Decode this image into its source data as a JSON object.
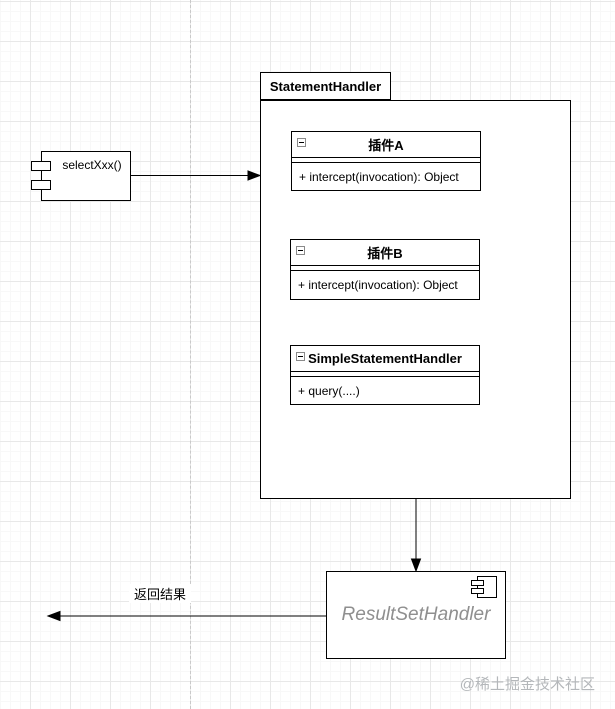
{
  "diagram": {
    "select_component": {
      "label": "selectXxx()"
    },
    "frame": {
      "title": "StatementHandler"
    },
    "classes": [
      {
        "title": "插件A",
        "method": "+ intercept(invocation): Object"
      },
      {
        "title": "插件B",
        "method": "+ intercept(invocation): Object"
      },
      {
        "title": "SimpleStatementHandler",
        "method": "+ query(....)"
      }
    ],
    "result_component": {
      "label": "ResultSetHandler"
    },
    "edges": {
      "return_label": "返回结果"
    },
    "watermark": "@稀土掘金技术社区",
    "colors": {
      "stroke": "#000000",
      "grid_major": "#e8e8e8",
      "grid_minor": "#f8f8f8",
      "page_divider": "#c9c9c9",
      "muted_label": "#8f8f8f",
      "watermark": "#b4b7ba"
    }
  }
}
